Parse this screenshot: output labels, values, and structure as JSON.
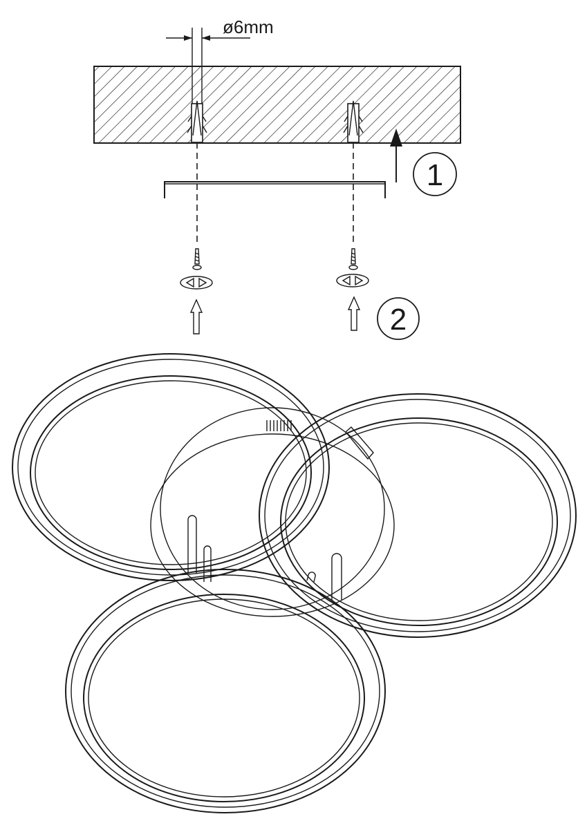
{
  "dimension_label": "ø6mm",
  "steps": [
    {
      "number": "1"
    },
    {
      "number": "2"
    }
  ],
  "colors": {
    "line": "#1a1a1a",
    "background": "#ffffff"
  }
}
